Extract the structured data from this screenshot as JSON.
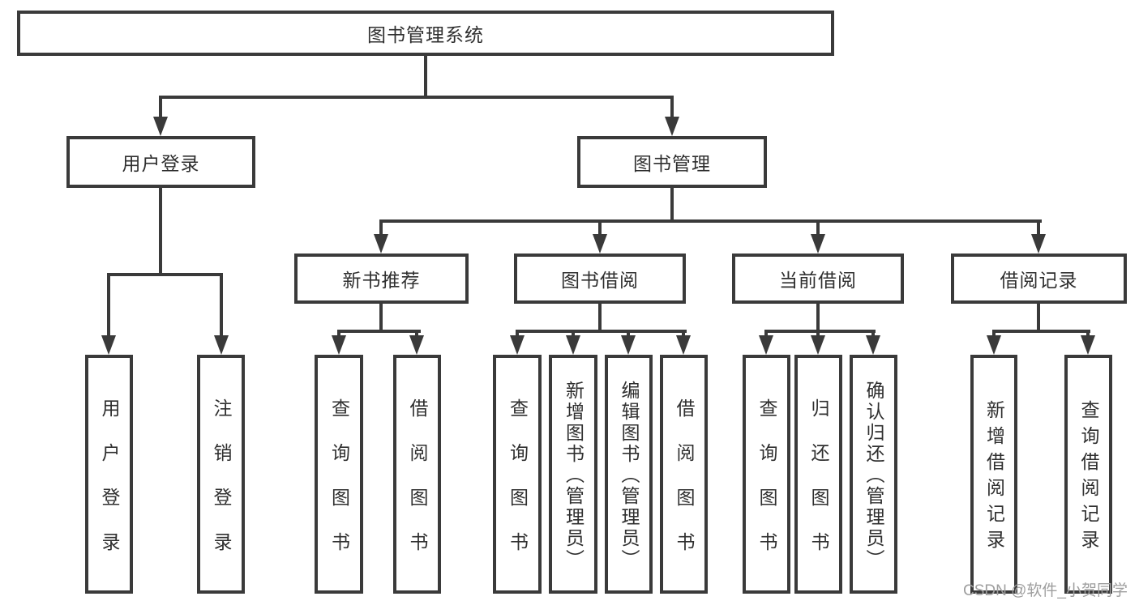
{
  "diagram": {
    "root": "图书管理系统",
    "level2": {
      "user_login": "用户登录",
      "book_mgmt": "图书管理"
    },
    "level3": {
      "new_book": "新书推荐",
      "book_borrow": "图书借阅",
      "current_borrow": "当前借阅",
      "borrow_records": "借阅记录"
    },
    "leaves": {
      "user_login": [
        "用户登录",
        "注销登录"
      ],
      "new_book": [
        "查询图书",
        "借阅图书"
      ],
      "book_borrow": [
        "查询图书",
        "新增图书（管理员）",
        "编辑图书（管理员）",
        "借阅图书"
      ],
      "current_borrow": [
        "查询图书",
        "归还图书",
        "确认归还（管理员）"
      ],
      "borrow_records": [
        "新增借阅记录",
        "查询借阅记录"
      ]
    }
  },
  "watermark": "CSDN @软件_小贺同学",
  "colors": {
    "line": "#3a3a3a",
    "text": "#2f2f2f",
    "watermark": "#9e9e9e",
    "background": "#ffffff"
  }
}
